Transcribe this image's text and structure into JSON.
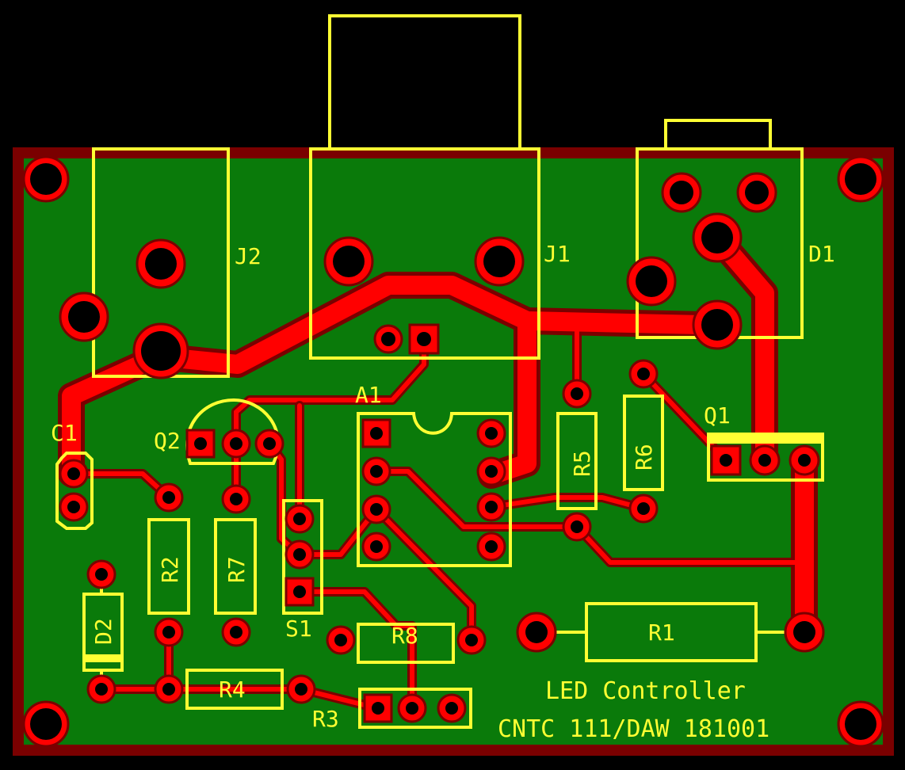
{
  "colors": {
    "background": "#000000",
    "board_edge": "#7a0000",
    "board": "#0a7a0a",
    "copper": "#ff0000",
    "silkscreen": "#ffff33"
  },
  "components": {
    "j2": "J2",
    "j1": "J1",
    "d1": "D1",
    "c1": "C1",
    "q2": "Q2",
    "a1": "A1",
    "q1": "Q1",
    "r5": "R5",
    "r6": "R6",
    "r2": "R2",
    "r7": "R7",
    "d2": "D2",
    "s1": "S1",
    "r8": "R8",
    "r1": "R1",
    "r4": "R4",
    "r3": "R3"
  },
  "title": {
    "line1": "LED Controller",
    "line2": "CNTC 111/DAW 181001"
  }
}
